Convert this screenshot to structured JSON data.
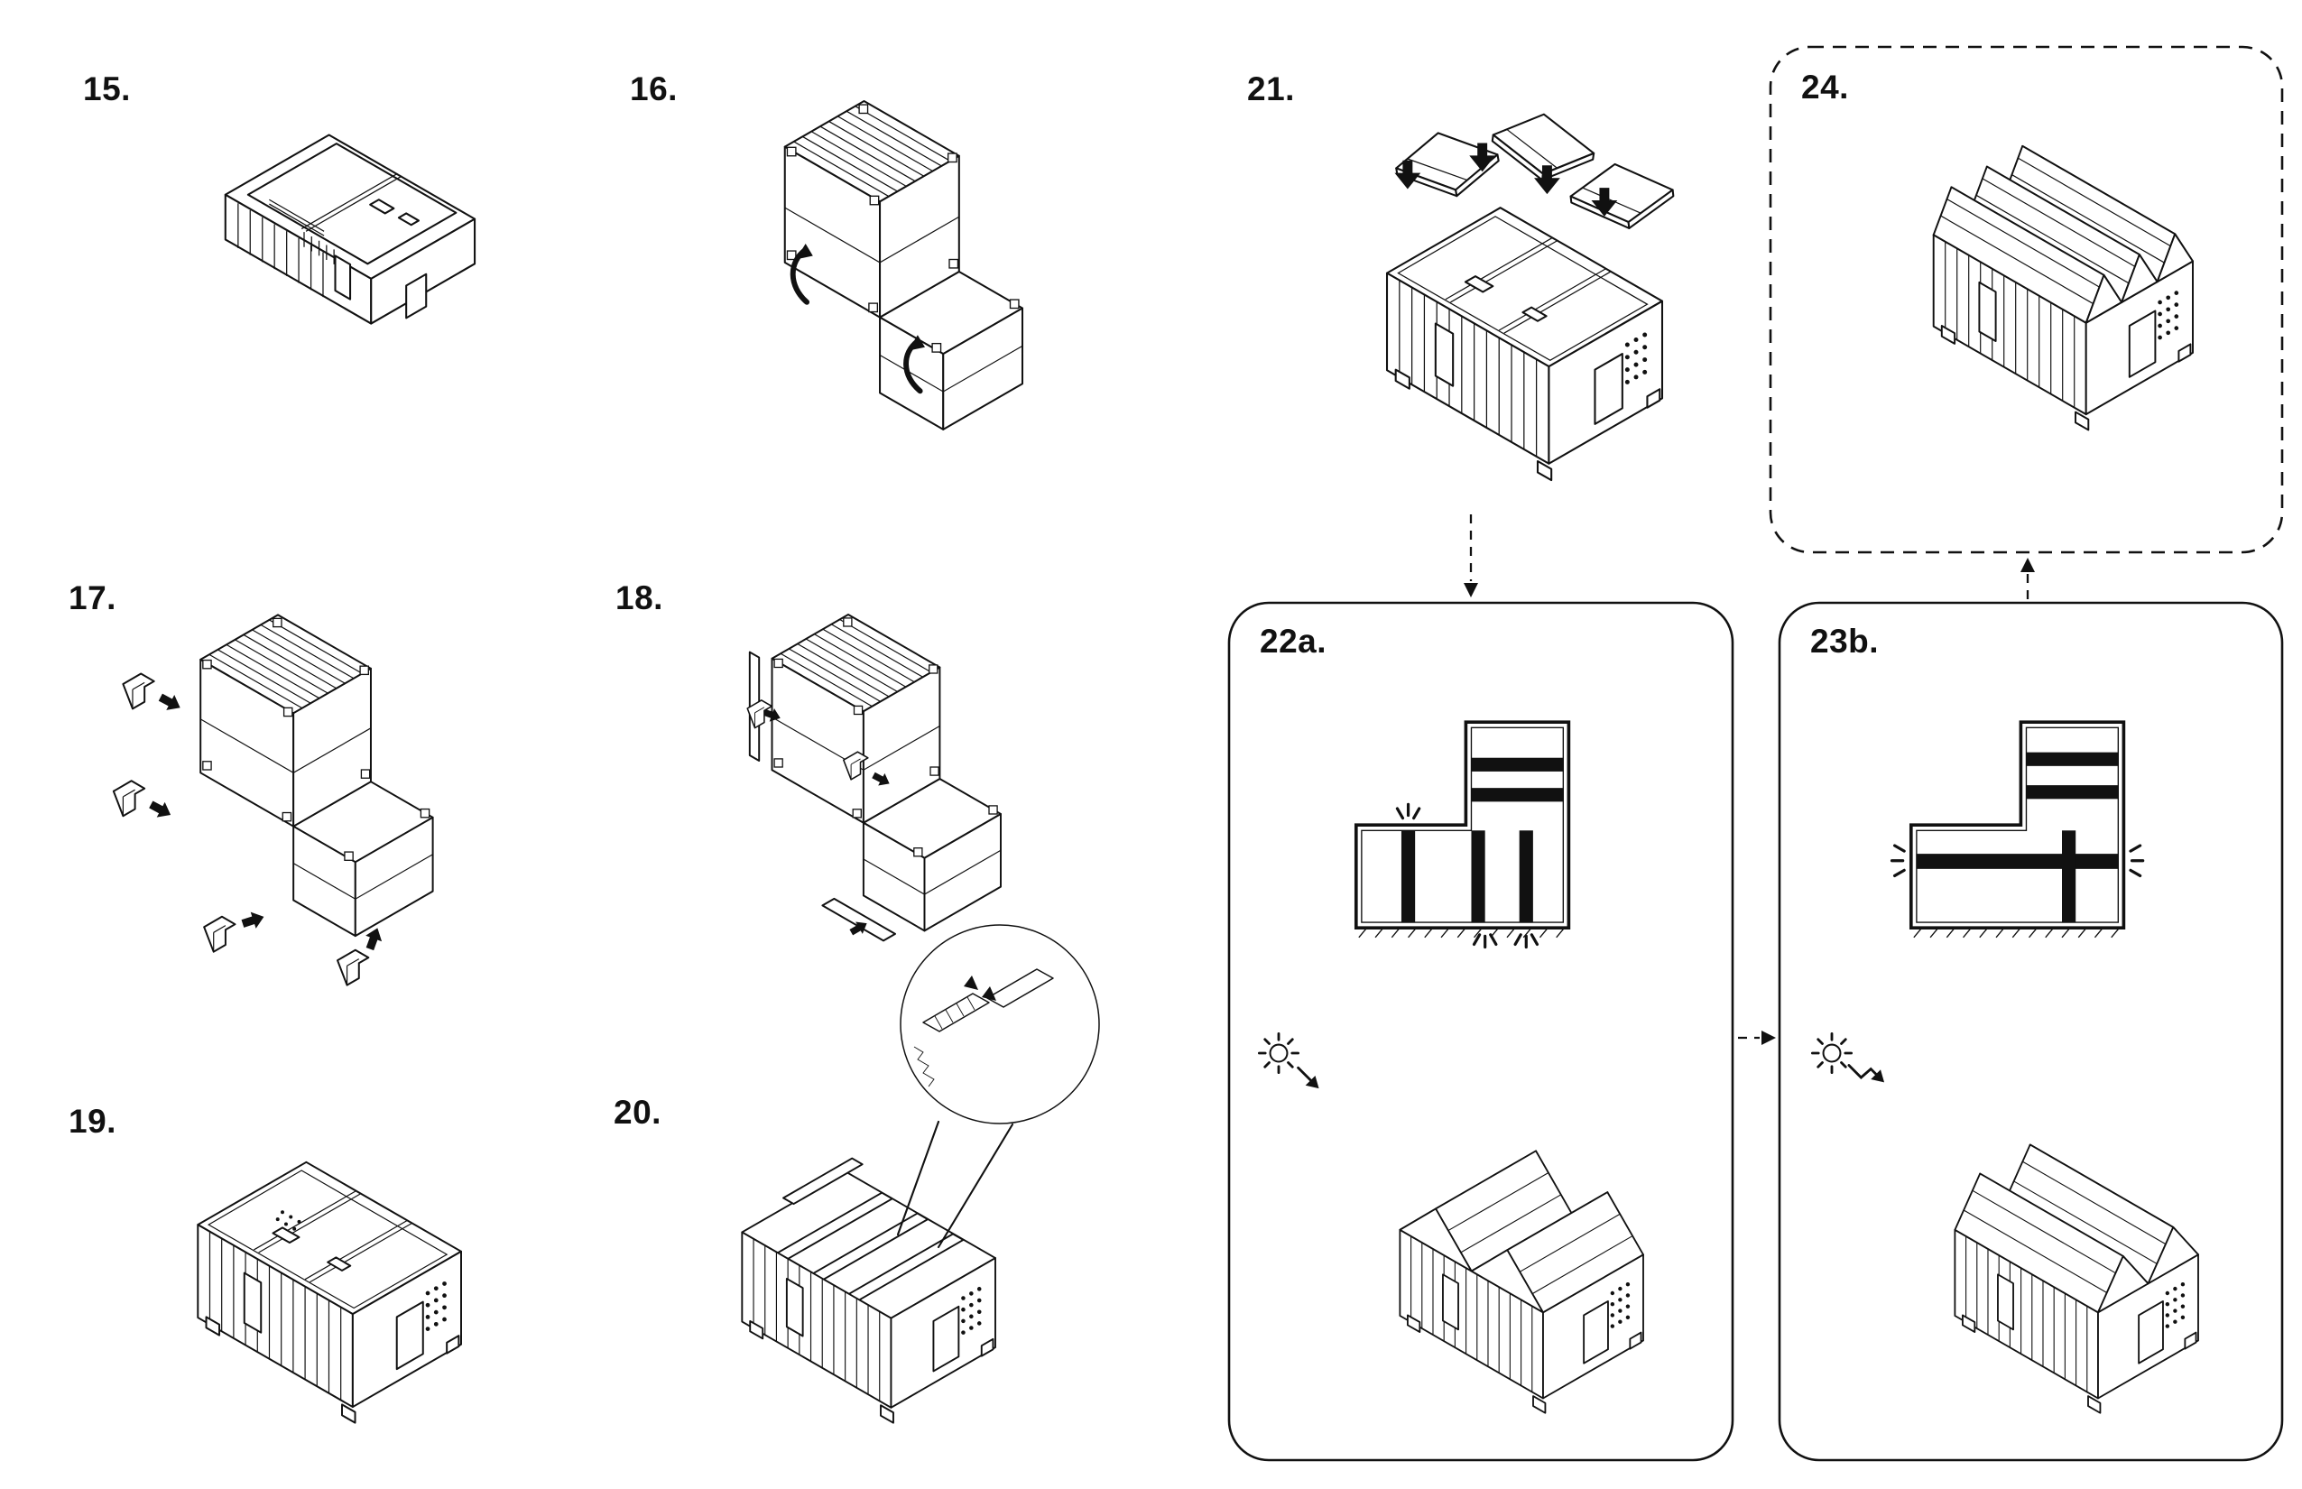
{
  "sheet": {
    "background": "#ffffff",
    "ink": "#111111"
  },
  "steps": [
    {
      "label": "15."
    },
    {
      "label": "16."
    },
    {
      "label": "17."
    },
    {
      "label": "18."
    },
    {
      "label": "19."
    },
    {
      "label": "20."
    },
    {
      "label": "21."
    },
    {
      "label": "22a."
    },
    {
      "label": "23b."
    },
    {
      "label": "24."
    }
  ],
  "icons": {
    "sun_22a": "sun-icon",
    "sun_23b": "sun-icon",
    "down_arrows_21": "down-arrow-icon",
    "magnifier_20": "detail-magnifier-circle",
    "clamps_17": "corner-clamp-icon",
    "fold_arrows_16": "fold-up-arrow-icon"
  },
  "connectors": [
    {
      "from": "21",
      "to": "22a",
      "style": "dashed-arrow"
    },
    {
      "from": "22a",
      "to": "23b",
      "style": "dashed-arrow"
    },
    {
      "from": "23b",
      "to": "24",
      "style": "dashed-arrow"
    }
  ]
}
